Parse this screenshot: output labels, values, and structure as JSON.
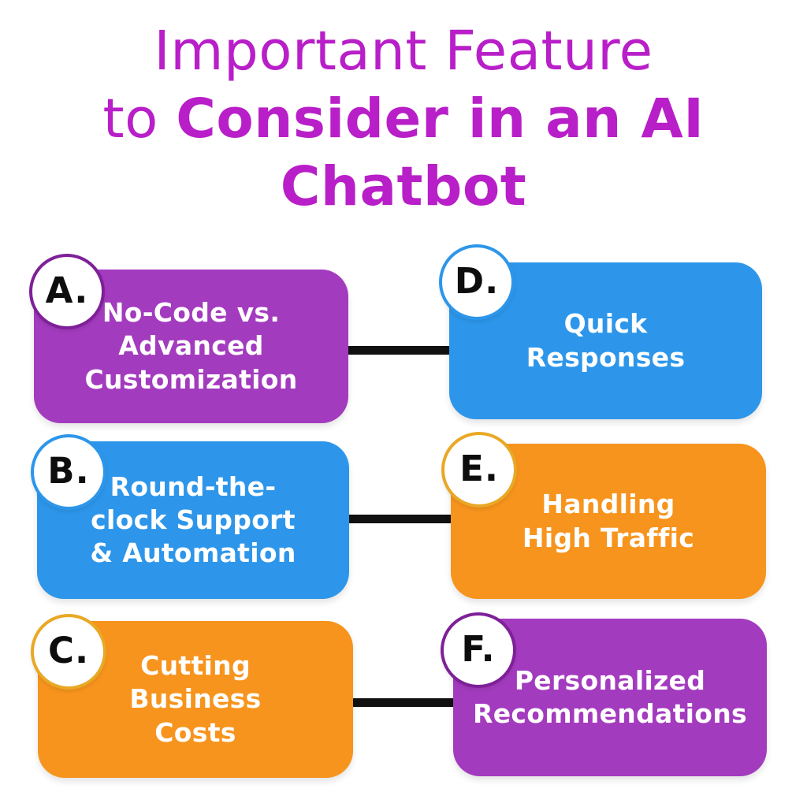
{
  "title": {
    "line1": "Important Feature",
    "line2_prefix": "to ",
    "line2_bold": "Consider in an AI",
    "line3_bold": "Chatbot",
    "color": "#B81FC8"
  },
  "colors": {
    "purple_box": "#A33BBE",
    "purple_circle_border": "#7E2098",
    "blue_box": "#2D96EA",
    "blue_circle_border": "#2D96EA",
    "orange_box": "#F7941D",
    "gold_circle_border": "#E9A825",
    "connector": "#111111",
    "card_text": "#FFFFFF",
    "badge_letter": "#0D0D0D",
    "background": "#FFFFFF"
  },
  "items": [
    {
      "letter": "A.",
      "label": "No-Code vs.\nAdvanced\nCustomization",
      "box_color": "#A33BBE",
      "circle_border_color": "#7E2098"
    },
    {
      "letter": "B.",
      "label": "Round-the-\nclock Support\n& Automation",
      "box_color": "#2D96EA",
      "circle_border_color": "#2D96EA"
    },
    {
      "letter": "C.",
      "label": "Cutting\nBusiness\nCosts",
      "box_color": "#F7941D",
      "circle_border_color": "#E9A825"
    },
    {
      "letter": "D.",
      "label": "Quick\nResponses",
      "box_color": "#2D96EA",
      "circle_border_color": "#2D96EA"
    },
    {
      "letter": "E.",
      "label": "Handling\nHigh Traffic",
      "box_color": "#F7941D",
      "circle_border_color": "#E9A825"
    },
    {
      "letter": "F.",
      "label": "Personalized\nRecommendations",
      "box_color": "#A33BBE",
      "circle_border_color": "#7E2098"
    }
  ],
  "connections": [
    "A-D",
    "B-E",
    "C-F"
  ]
}
